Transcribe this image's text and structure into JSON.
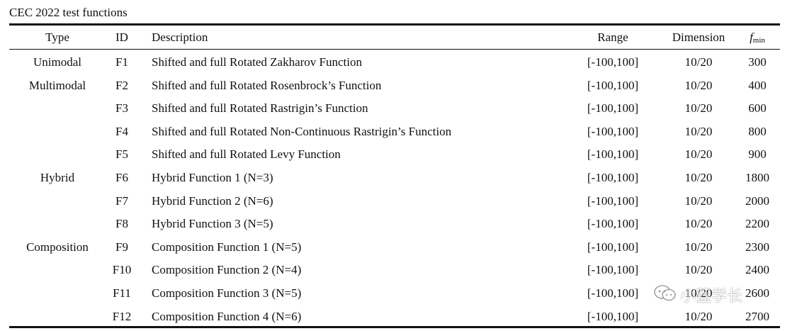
{
  "caption": "CEC 2022 test functions",
  "header": {
    "type": "Type",
    "id": "ID",
    "description": "Description",
    "range": "Range",
    "dimension": "Dimension",
    "fmin_symbol": "f",
    "fmin_subscript": "min"
  },
  "rows": [
    {
      "type": "Unimodal",
      "id": "F1",
      "description": "Shifted and full Rotated Zakharov Function",
      "range": "[-100,100]",
      "dimension": "10/20",
      "fmin": "300"
    },
    {
      "type": "Multimodal",
      "id": "F2",
      "description": "Shifted and full Rotated Rosenbrock’s Function",
      "range": "[-100,100]",
      "dimension": "10/20",
      "fmin": "400"
    },
    {
      "type": "",
      "id": "F3",
      "description": "Shifted and full Rotated Rastrigin’s Function",
      "range": "[-100,100]",
      "dimension": "10/20",
      "fmin": "600"
    },
    {
      "type": "",
      "id": "F4",
      "description": "Shifted and full Rotated Non-Continuous Rastrigin’s Function",
      "range": "[-100,100]",
      "dimension": "10/20",
      "fmin": "800"
    },
    {
      "type": "",
      "id": "F5",
      "description": "Shifted and full Rotated Levy Function",
      "range": "[-100,100]",
      "dimension": "10/20",
      "fmin": "900"
    },
    {
      "type": "Hybrid",
      "id": "F6",
      "description": "Hybrid Function 1 (N=3)",
      "range": "[-100,100]",
      "dimension": "10/20",
      "fmin": "1800"
    },
    {
      "type": "",
      "id": "F7",
      "description": "Hybrid Function 2 (N=6)",
      "range": "[-100,100]",
      "dimension": "10/20",
      "fmin": "2000"
    },
    {
      "type": "",
      "id": "F8",
      "description": "Hybrid Function 3 (N=5)",
      "range": "[-100,100]",
      "dimension": "10/20",
      "fmin": "2200"
    },
    {
      "type": "Composition",
      "id": "F9",
      "description": "Composition Function 1 (N=5)",
      "range": "[-100,100]",
      "dimension": "10/20",
      "fmin": "2300"
    },
    {
      "type": "",
      "id": "F10",
      "description": "Composition Function 2 (N=4)",
      "range": "[-100,100]",
      "dimension": "10/20",
      "fmin": "2400"
    },
    {
      "type": "",
      "id": "F11",
      "description": "Composition Function 3 (N=5)",
      "range": "[-100,100]",
      "dimension": "10/20",
      "fmin": "2600"
    },
    {
      "type": "",
      "id": "F12",
      "description": "Composition Function 4 (N=6)",
      "range": "[-100,100]",
      "dimension": "10/20",
      "fmin": "2700"
    }
  ],
  "watermark": {
    "text": "小蓝学长",
    "icon": "chat-bubbles-icon"
  }
}
